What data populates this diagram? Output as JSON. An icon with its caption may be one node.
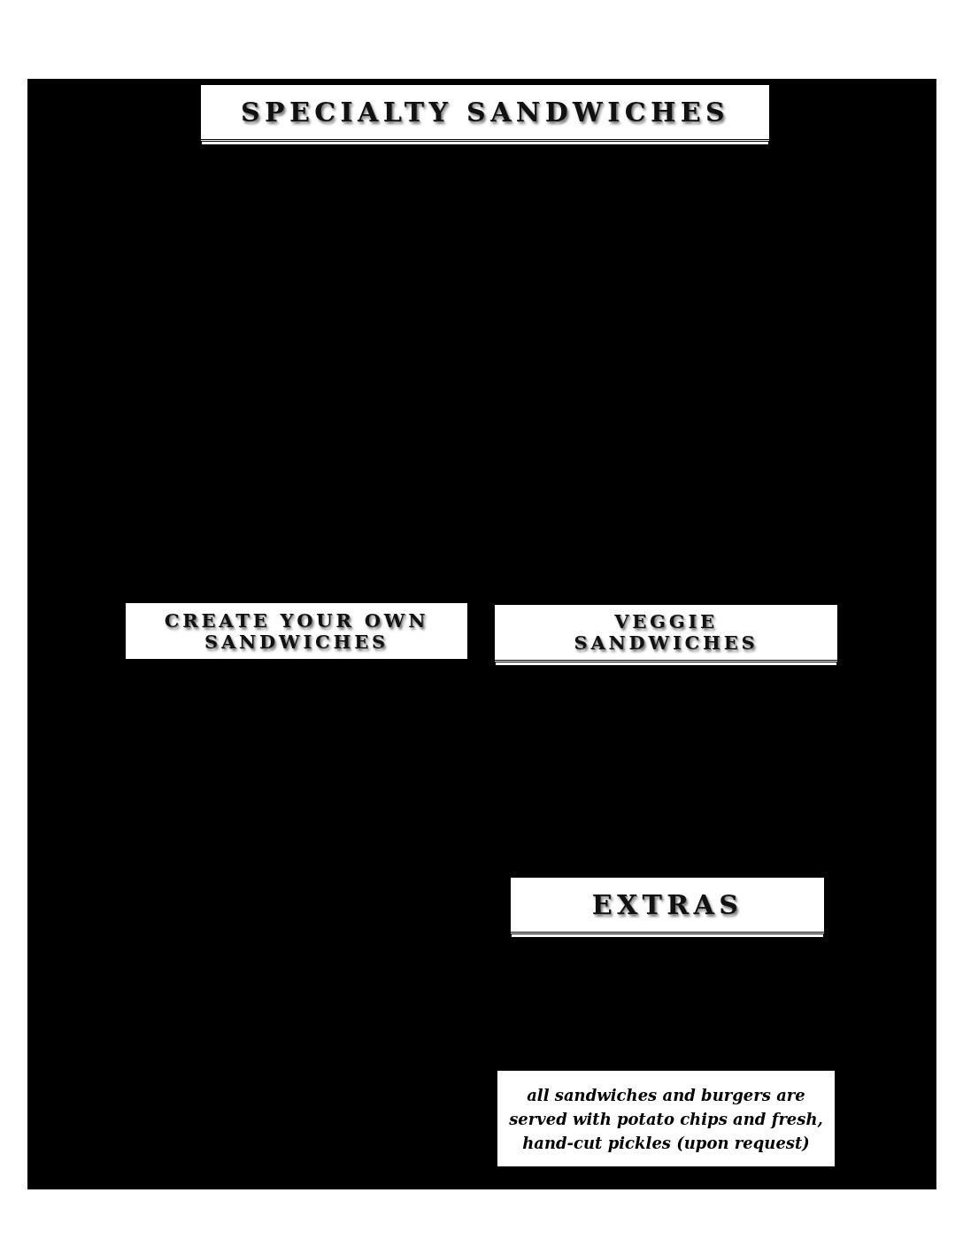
{
  "diagram": {
    "nodes": [
      {
        "text": [
          "SPECIALTY SANDWICHES"
        ]
      },
      {
        "text": [
          "CREATE YOUR OWN SANDWICHES"
        ]
      },
      {
        "text": [
          "VEGGIE SANDWICHES"
        ]
      },
      {
        "text": [
          "EXTRAS"
        ]
      },
      {
        "text": [
          "all sandwiches and burgers are served with potato chips and fresh, hand-cut pickles (upon request)"
        ]
      }
    ]
  }
}
